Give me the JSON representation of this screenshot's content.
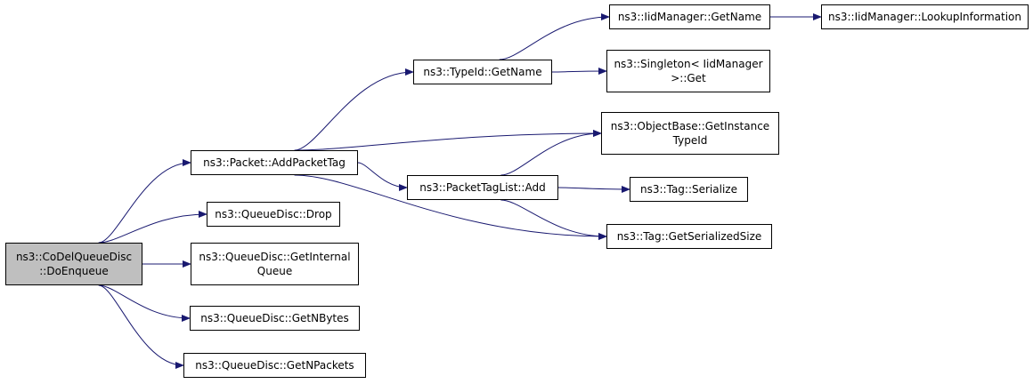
{
  "colors": {
    "edge": "#191970",
    "root_fill": "#bfbfbf",
    "node_fill": "#ffffff",
    "border": "#000000"
  },
  "nodes": {
    "root": {
      "line1": "ns3::CoDelQueueDisc",
      "line2": "::DoEnqueue"
    },
    "add_packet_tag": {
      "line1": "ns3::Packet::AddPacketTag"
    },
    "drop": {
      "line1": "ns3::QueueDisc::Drop"
    },
    "get_internal_queue": {
      "line1": "ns3::QueueDisc::GetInternal",
      "line2": "Queue"
    },
    "get_n_bytes": {
      "line1": "ns3::QueueDisc::GetNBytes"
    },
    "get_n_packets": {
      "line1": "ns3::QueueDisc::GetNPackets"
    },
    "typeid_get_name": {
      "line1": "ns3::TypeId::GetName"
    },
    "packet_tag_list_add": {
      "line1": "ns3::PacketTagList::Add"
    },
    "iid_get_name": {
      "line1": "ns3::IidManager::GetName"
    },
    "iid_lookup": {
      "line1": "ns3::IidManager::LookupInformation"
    },
    "singleton_get": {
      "line1": "ns3::Singleton< IidManager",
      "line2": ">::Get"
    },
    "get_instance_typeid": {
      "line1": "ns3::ObjectBase::GetInstance",
      "line2": "TypeId"
    },
    "tag_serialize": {
      "line1": "ns3::Tag::Serialize"
    },
    "tag_get_serialized_size": {
      "line1": "ns3::Tag::GetSerializedSize"
    }
  },
  "edges": [
    [
      "root",
      "add_packet_tag"
    ],
    [
      "root",
      "drop"
    ],
    [
      "root",
      "get_internal_queue"
    ],
    [
      "root",
      "get_n_bytes"
    ],
    [
      "root",
      "get_n_packets"
    ],
    [
      "add_packet_tag",
      "typeid_get_name"
    ],
    [
      "add_packet_tag",
      "get_instance_typeid"
    ],
    [
      "add_packet_tag",
      "packet_tag_list_add"
    ],
    [
      "add_packet_tag",
      "tag_get_serialized_size"
    ],
    [
      "typeid_get_name",
      "iid_get_name"
    ],
    [
      "typeid_get_name",
      "singleton_get"
    ],
    [
      "iid_get_name",
      "iid_lookup"
    ],
    [
      "packet_tag_list_add",
      "get_instance_typeid"
    ],
    [
      "packet_tag_list_add",
      "tag_serialize"
    ],
    [
      "packet_tag_list_add",
      "tag_get_serialized_size"
    ]
  ]
}
